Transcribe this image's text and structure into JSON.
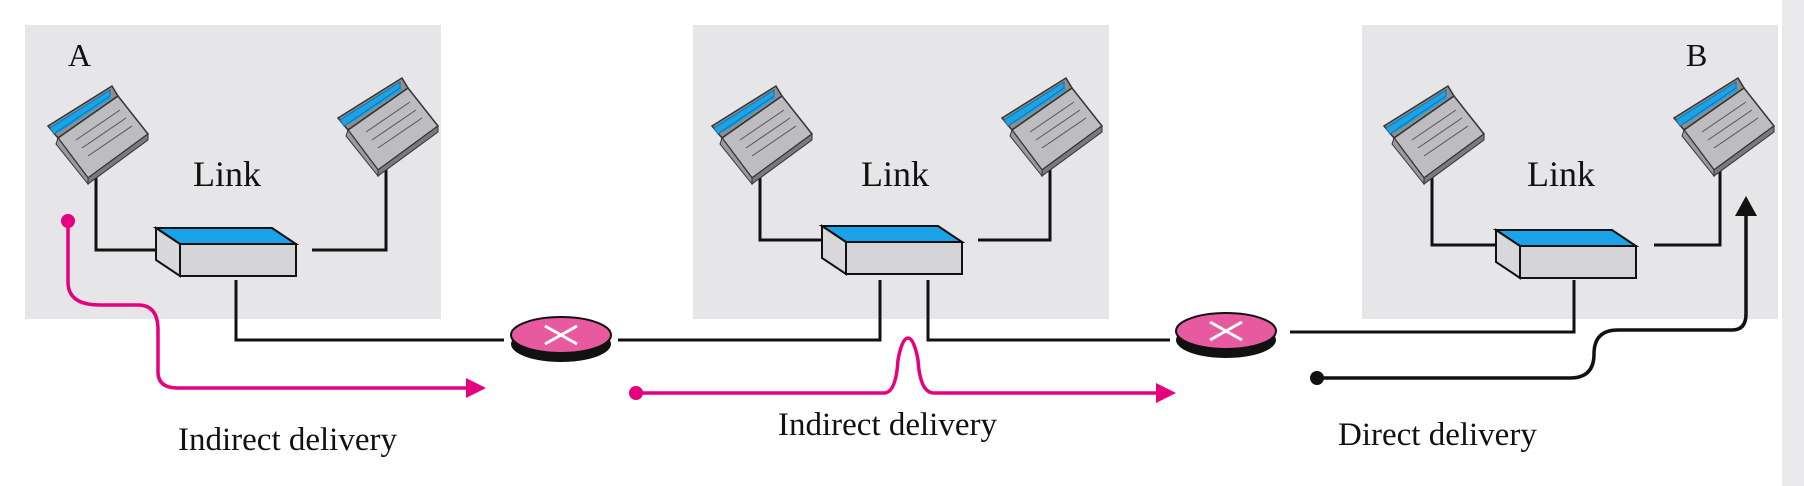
{
  "networks": [
    {
      "label": "Link"
    },
    {
      "label": "Link"
    },
    {
      "label": "Link"
    }
  ],
  "hosts": {
    "source_label": "A",
    "destination_label": "B"
  },
  "deliveries": [
    {
      "label": "Indirect delivery",
      "color": "#e6007e"
    },
    {
      "label": "Indirect delivery",
      "color": "#e6007e"
    },
    {
      "label": "Direct delivery",
      "color": "#111111"
    }
  ],
  "colors": {
    "network_background": "#e6e6e8",
    "screen": "#1aa3e8",
    "laptop_body": "#b9b9bb",
    "switch_top": "#1aa3e8",
    "router_fill": "#e85aa0",
    "indirect_path": "#e6007e",
    "direct_path": "#111111"
  },
  "icons": [
    "laptop-icon",
    "switch-icon",
    "router-icon"
  ]
}
